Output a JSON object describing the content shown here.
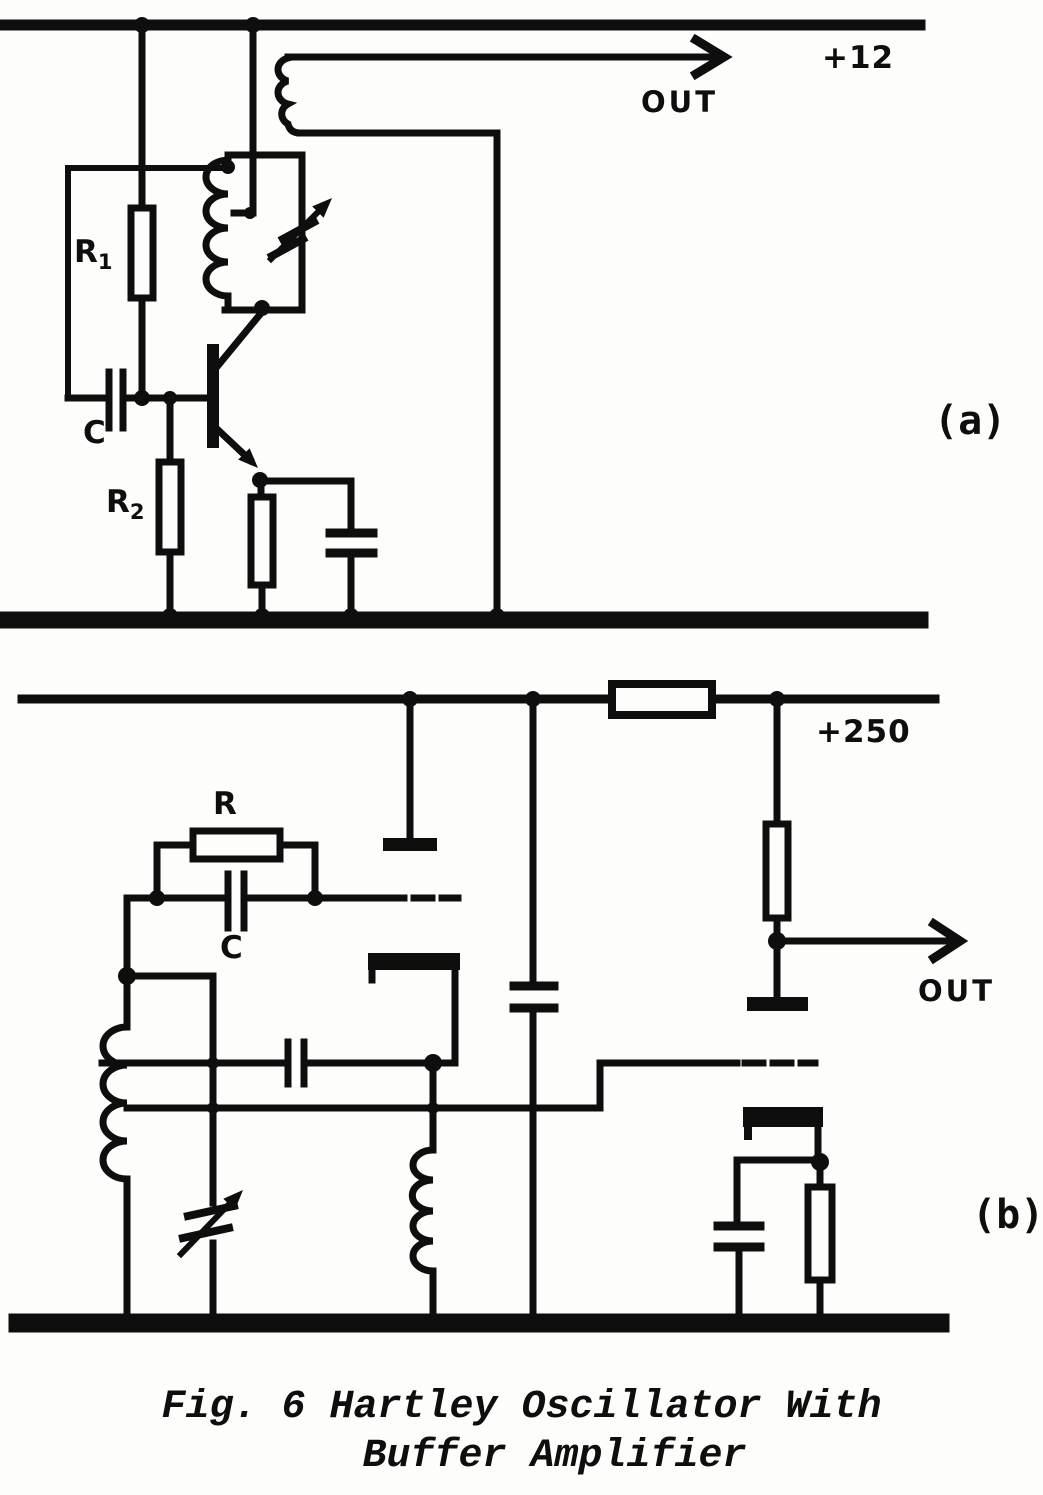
{
  "colors": {
    "ink": "#0e0e0e",
    "paper": "#fdfdfb"
  },
  "figure": {
    "caption_line1": "Fig. 6 Hartley Oscillator With",
    "caption_line2": "Buffer Amplifier"
  },
  "circuit_a": {
    "panel_label": "(a)",
    "supply_label": "+12",
    "out_label": "OUT",
    "labels": {
      "r1_main": "R",
      "r1_sub": "1",
      "r2_main": "R",
      "r2_sub": "2",
      "c": "C"
    }
  },
  "circuit_b": {
    "panel_label": "(b)",
    "supply_label": "+250",
    "out_label": "OUT",
    "labels": {
      "r": "R",
      "c": "C"
    }
  }
}
